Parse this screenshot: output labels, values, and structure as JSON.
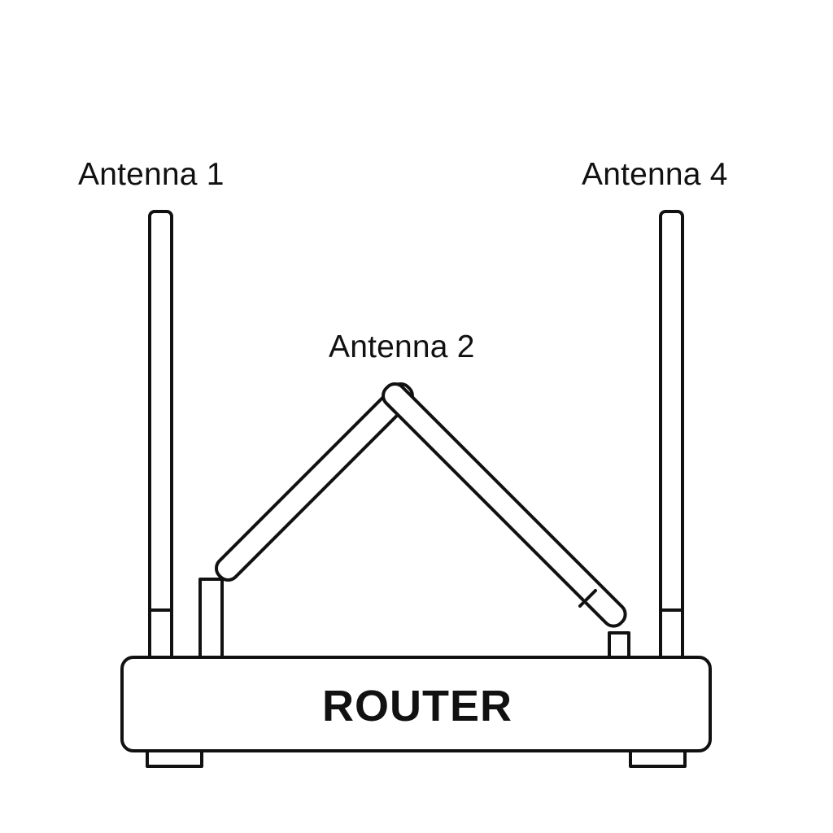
{
  "labels": {
    "antenna_1": "Antenna 1",
    "antenna_2": "Antenna 2",
    "antenna_4": "Antenna 4",
    "router": "ROUTER"
  },
  "colors": {
    "stroke": "#111111",
    "background": "#ffffff"
  }
}
